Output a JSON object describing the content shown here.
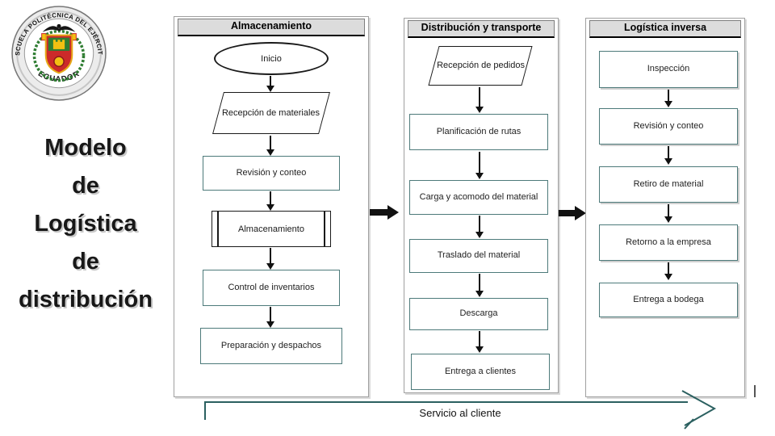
{
  "slide": {
    "title_lines": [
      "Modelo",
      "de",
      "Logística",
      "de",
      "distribución"
    ],
    "logo": {
      "ring_top_text": "ESCUELA POLITÉCNICA DEL EJÉRCITO",
      "ring_bottom_text": "ECUADOR"
    },
    "columns": [
      {
        "header": "Almacenamiento",
        "steps": [
          {
            "shape": "terminator",
            "label": "Inicio"
          },
          {
            "shape": "parallelogram",
            "label": "Recepción de materiales"
          },
          {
            "shape": "process",
            "label": "Revisión y conteo"
          },
          {
            "shape": "predefined-process",
            "label": "Almacenamiento"
          },
          {
            "shape": "process",
            "label": "Control de inventarios"
          },
          {
            "shape": "process",
            "label": "Preparación y despachos"
          }
        ]
      },
      {
        "header": "Distribución y transporte",
        "steps": [
          {
            "shape": "parallelogram",
            "label": "Recepción de pedidos"
          },
          {
            "shape": "process",
            "label": "Planificación de rutas"
          },
          {
            "shape": "process",
            "label": "Carga y acomodo del material"
          },
          {
            "shape": "process",
            "label": "Traslado del material"
          },
          {
            "shape": "process",
            "label": "Descarga"
          },
          {
            "shape": "process",
            "label": "Entrega a clientes"
          }
        ]
      },
      {
        "header": "Logística inversa",
        "steps": [
          {
            "shape": "process",
            "label": "Inspección"
          },
          {
            "shape": "process",
            "label": "Revisión y conteo"
          },
          {
            "shape": "process",
            "label": "Retiro de material"
          },
          {
            "shape": "process",
            "label": "Retorno a la empresa"
          },
          {
            "shape": "process",
            "label": "Entrega a bodega"
          }
        ]
      }
    ],
    "bottom_arrow": {
      "label": "Servicio al cliente"
    },
    "colors": {
      "process_border": "#4d7a7a",
      "shape_outline": "#1a1a1a",
      "header_bg": "#dcdcdc",
      "lane_border": "#a0a0a0",
      "service_arrow": "#2b6060",
      "logo_red": "#cc2a2a",
      "logo_green": "#2f7d32",
      "logo_gold": "#f3c012"
    }
  }
}
